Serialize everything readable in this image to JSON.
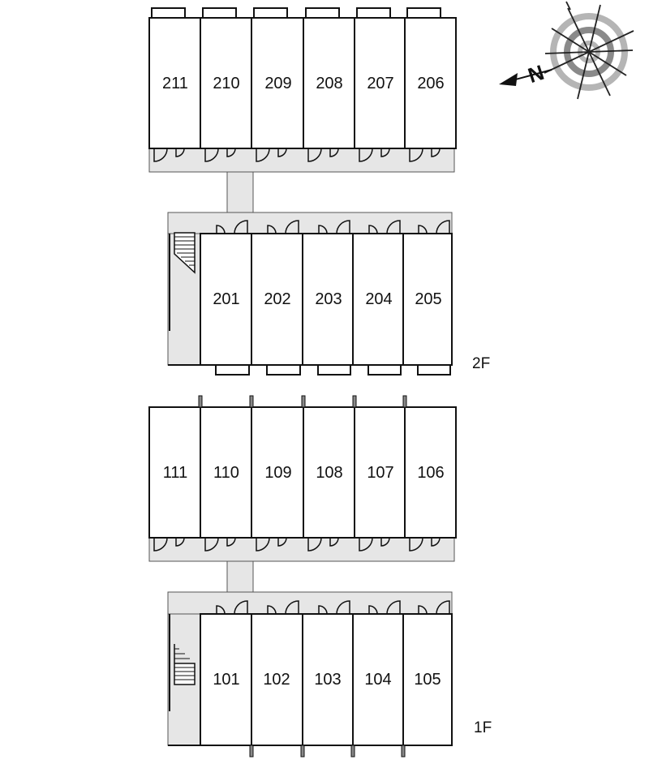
{
  "floors": {
    "second": {
      "label": "2F",
      "top_row": [
        "211",
        "210",
        "209",
        "208",
        "207",
        "206"
      ],
      "bottom_row": [
        "201",
        "202",
        "203",
        "204",
        "205"
      ]
    },
    "first": {
      "label": "1F",
      "top_row": [
        "111",
        "110",
        "109",
        "108",
        "107",
        "106"
      ],
      "bottom_row": [
        "101",
        "102",
        "103",
        "104",
        "105"
      ]
    }
  },
  "compass": {
    "letter": "N",
    "icon": "compass-rose-icon"
  },
  "colors": {
    "corridor": "#e6e6e6",
    "wall": "#111111",
    "compass_ring": "#8a8a8a"
  }
}
